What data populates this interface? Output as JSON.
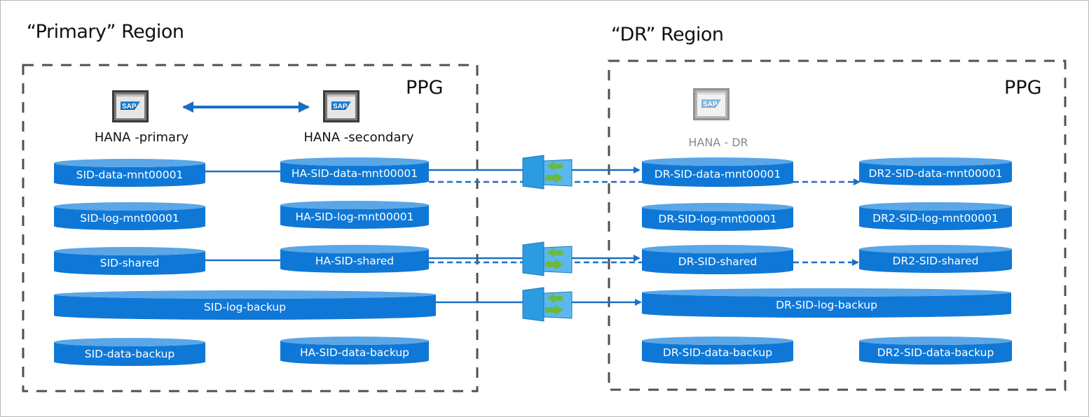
{
  "regions": {
    "primary": {
      "title": "“Primary” Region",
      "ppg_label": "PPG"
    },
    "dr": {
      "title": "“DR” Region",
      "ppg_label": "PPG"
    }
  },
  "hana_nodes": {
    "primary": {
      "label": "HANA -primary",
      "icon": "sap-server-icon"
    },
    "secondary": {
      "label": "HANA -secondary",
      "icon": "sap-server-icon"
    },
    "dr": {
      "label": "HANA - DR",
      "icon": "sap-server-icon-dimmed"
    }
  },
  "volumes": {
    "primary": {
      "data_mnt": "SID-data-mnt00001",
      "log_mnt": "SID-log-mnt00001",
      "shared": "SID-shared",
      "log_backup": "SID-log-backup",
      "data_backup": "SID-data-backup"
    },
    "secondary": {
      "data_mnt": "HA-SID-data-mnt00001",
      "log_mnt": "HA-SID-log-mnt00001",
      "shared": "HA-SID-shared",
      "data_backup": "HA-SID-data-backup"
    },
    "dr": {
      "data_mnt": "DR-SID-data-mnt00001",
      "log_mnt": "DR-SID-log-mnt00001",
      "shared": "DR-SID-shared",
      "log_backup": "DR-SID-log-backup",
      "data_backup": "DR-SID-data-backup"
    },
    "dr2": {
      "data_mnt": "DR2-SID-data-mnt00001",
      "log_mnt": "DR2-SID-log-mnt00001",
      "shared": "DR2-SID-shared",
      "data_backup": "DR2-SID-data-backup"
    }
  },
  "connections": [
    {
      "from": "SID-data-mnt00001",
      "to": "HA-SID-data-mnt00001",
      "style": "solid"
    },
    {
      "from": "HA-SID-data-mnt00001",
      "to": "DR-SID-data-mnt00001",
      "style": "solid-arrow",
      "via": "replication-icon"
    },
    {
      "from": "HA-SID-data-mnt00001",
      "to": "DR-SID-data-mnt00001",
      "style": "dashed"
    },
    {
      "from": "DR-SID-data-mnt00001",
      "to": "DR2-SID-data-mnt00001",
      "style": "dashed-arrow"
    },
    {
      "from": "SID-shared",
      "to": "HA-SID-shared",
      "style": "solid"
    },
    {
      "from": "HA-SID-shared",
      "to": "DR-SID-shared",
      "style": "solid-arrow",
      "via": "replication-icon"
    },
    {
      "from": "HA-SID-shared",
      "to": "DR-SID-shared",
      "style": "dashed"
    },
    {
      "from": "DR-SID-shared",
      "to": "DR2-SID-shared",
      "style": "dashed-arrow"
    },
    {
      "from": "SID-log-backup",
      "to": "DR-SID-log-backup",
      "style": "solid-arrow",
      "via": "replication-icon"
    },
    {
      "from": "HANA -primary",
      "to": "HANA -secondary",
      "style": "double-arrow"
    }
  ],
  "colors": {
    "volume_body": "#0f78d7",
    "volume_top": "#5aa6e6",
    "connector": "#1a6fc4",
    "dashed_border": "#505050",
    "repl_icon_dark": "#2d9be0",
    "repl_icon_light": "#5bb8ee",
    "repl_arrow_green": "#6cb844"
  }
}
